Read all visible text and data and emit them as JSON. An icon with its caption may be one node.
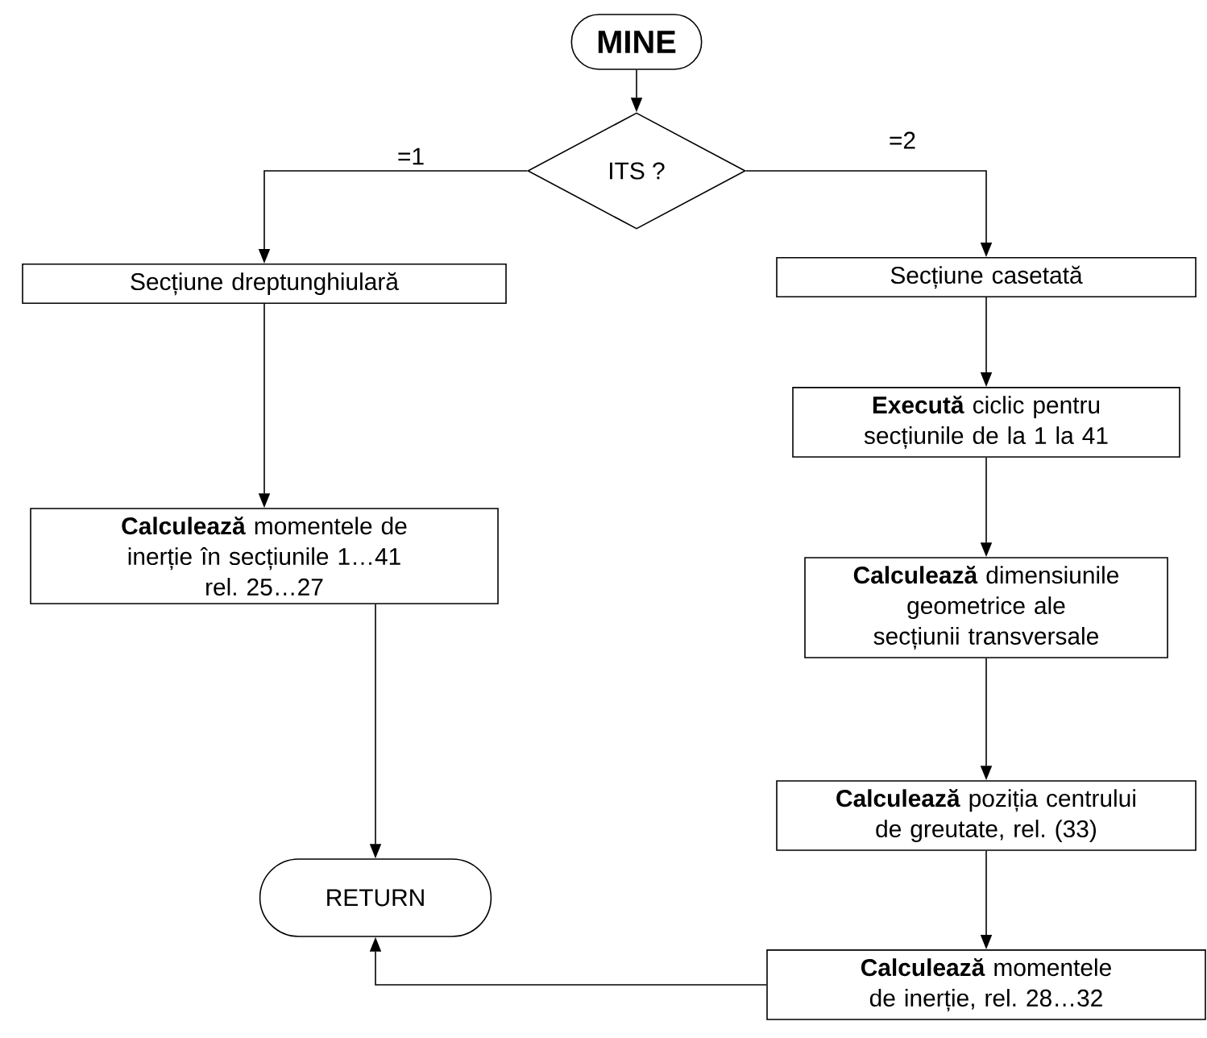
{
  "diagram": {
    "nodes": [
      {
        "text": [
          "MINE"
        ]
      },
      {
        "text": [
          "ITS ?"
        ]
      },
      {
        "text": [
          "Secțiune dreptunghiulară"
        ]
      },
      {
        "text": [
          "**Calculează** momentele de inerție în secțiunile 1…41",
          "rel. 25…27"
        ]
      },
      {
        "text": [
          "RETURN"
        ]
      },
      {
        "text": [
          "Secțiune casetată"
        ]
      },
      {
        "text": [
          "**Execută** ciclic pentru secțiunile de la 1 la 41"
        ]
      },
      {
        "text": [
          "**Calculează** dimensiunile geometrice ale secțiunii transversale"
        ]
      },
      {
        "text": [
          "**Calculează** poziția centrului de greutate, rel. (33)"
        ]
      },
      {
        "text": [
          "**Calculează** momentele de inerție, rel. 28…32"
        ]
      }
    ],
    "edges": [
      {
        "from": 0,
        "to": 1,
        "arrow": "to"
      },
      {
        "from": 1,
        "to": 2,
        "arrow": "to",
        "label": "=1"
      },
      {
        "from": 1,
        "to": 5,
        "arrow": "to",
        "label": "=2"
      },
      {
        "from": 2,
        "to": 3,
        "arrow": "to"
      },
      {
        "from": 3,
        "to": 4,
        "arrow": "to"
      },
      {
        "from": 5,
        "to": 6,
        "arrow": "to"
      },
      {
        "from": 6,
        "to": 7,
        "arrow": "to"
      },
      {
        "from": 7,
        "to": 8,
        "arrow": "to"
      },
      {
        "from": 8,
        "to": 9,
        "arrow": "to"
      },
      {
        "from": 9,
        "to": 4,
        "arrow": "to"
      }
    ]
  }
}
